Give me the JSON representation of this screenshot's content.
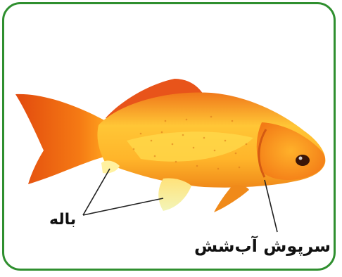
{
  "diagram": {
    "subject": "goldfish",
    "labels": {
      "fin": "باله",
      "gill_cover": "سرپوش آب‌شش"
    },
    "colors": {
      "frame_border": "#2f8f2f",
      "fish_body_light": "#ffd84a",
      "fish_body_mid": "#ffa51e",
      "fish_body_dark": "#e65a10",
      "fin_pale": "#f7f0a8",
      "leader_line": "#222222"
    }
  }
}
